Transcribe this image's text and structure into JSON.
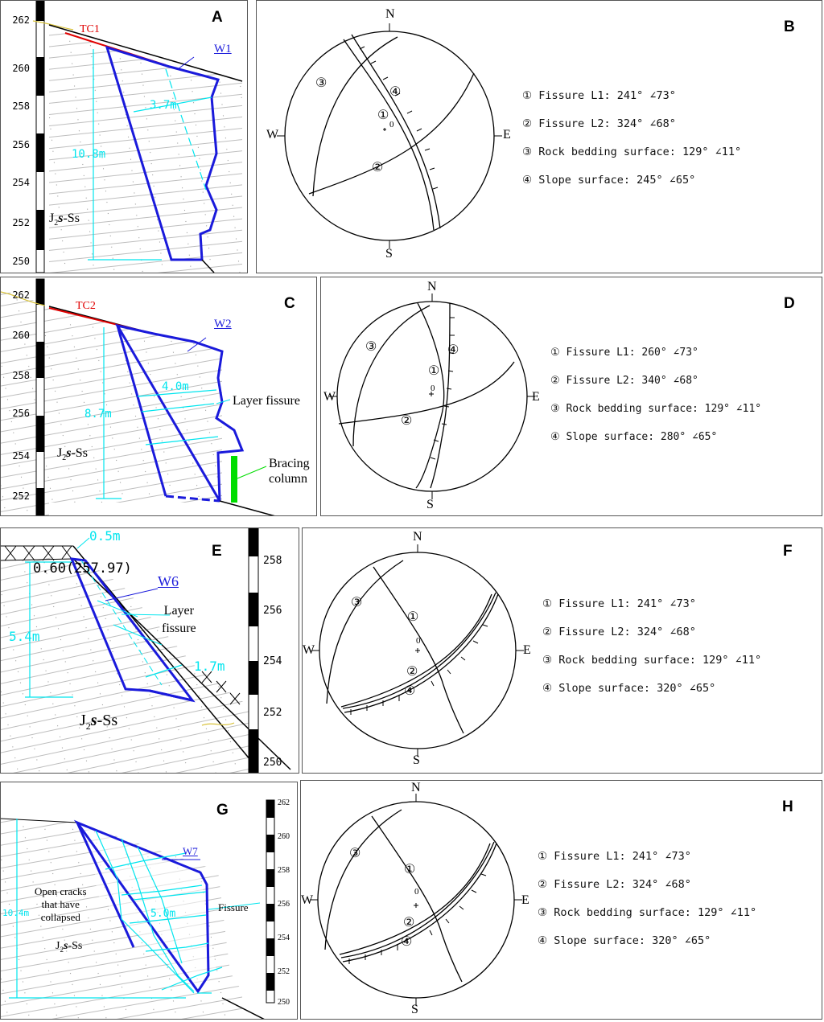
{
  "panel_labels": [
    "A",
    "B",
    "C",
    "D",
    "E",
    "F",
    "G",
    "H"
  ],
  "compass": {
    "n": "N",
    "s": "S",
    "e": "E",
    "w": "W",
    "origin": "0"
  },
  "circled": [
    "①",
    "②",
    "③",
    "④"
  ],
  "A": {
    "scale_ticks": [
      "262",
      "260",
      "258",
      "256",
      "254",
      "252",
      "250"
    ],
    "tc": "TC1",
    "w": "W1",
    "height": "10.8m",
    "width": "3.7m",
    "stratum_pre": "J",
    "stratum_sub": "2",
    "stratum_s": "s",
    "stratum_post": "-Ss"
  },
  "B": {
    "legend": [
      "① Fissure L1: 241° ∠73°",
      "② Fissure L2: 324° ∠68°",
      "③ Rock bedding surface: 129° ∠11°",
      "④ Slope surface: 245° ∠65°"
    ]
  },
  "C": {
    "scale_ticks": [
      "262",
      "260",
      "258",
      "256",
      "254",
      "252"
    ],
    "tc": "TC2",
    "w": "W2",
    "height": "8.7m",
    "width": "4.0m",
    "layer_fissure": "Layer fissure",
    "bracing_1": "Bracing",
    "bracing_2": "column",
    "stratum_pre": "J",
    "stratum_sub": "2",
    "stratum_s": "s",
    "stratum_post": "-Ss"
  },
  "D": {
    "legend": [
      "① Fissure L1: 260° ∠73°",
      "② Fissure L2: 340° ∠68°",
      "③ Rock bedding surface: 129° ∠11°",
      "④ Slope surface: 280° ∠65°"
    ]
  },
  "E": {
    "scale_ticks": [
      "258",
      "256",
      "254",
      "252",
      "250"
    ],
    "top_dim": "0.5m",
    "elevation": "0.60(257.97)",
    "w": "W6",
    "layer_1": "Layer",
    "layer_2": "fissure",
    "height": "5.4m",
    "width": "1.7m",
    "stratum_pre": "J",
    "stratum_sub": "2",
    "stratum_s": "s",
    "stratum_post": "-Ss"
  },
  "F": {
    "legend": [
      "① Fissure L1: 241° ∠73°",
      "② Fissure L2: 324° ∠68°",
      "③ Rock bedding surface: 129° ∠11°",
      "④ Slope surface: 320° ∠65°"
    ]
  },
  "G": {
    "scale_ticks": [
      "262",
      "260",
      "258",
      "256",
      "254",
      "252",
      "250"
    ],
    "w": "W7",
    "height": "10.4m",
    "width": "5.0m",
    "fissure": "Fissure",
    "cracks_1": "Open cracks",
    "cracks_2": "that have",
    "cracks_3": "collapsed",
    "stratum_pre": "J",
    "stratum_sub": "2",
    "stratum_s": "s",
    "stratum_post": "-Ss"
  },
  "H": {
    "legend": [
      "① Fissure L1: 241° ∠73°",
      "② Fissure L2: 324° ∠68°",
      "③ Rock bedding surface: 129° ∠11°",
      "④ Slope surface: 320° ∠65°"
    ]
  },
  "colors": {
    "outline": "#1a1adb",
    "dim": "#00e5ee",
    "tc": "#e00000",
    "green": "#00dd00",
    "hatch": "#9a9a9a",
    "soil": "#d8c23a"
  }
}
